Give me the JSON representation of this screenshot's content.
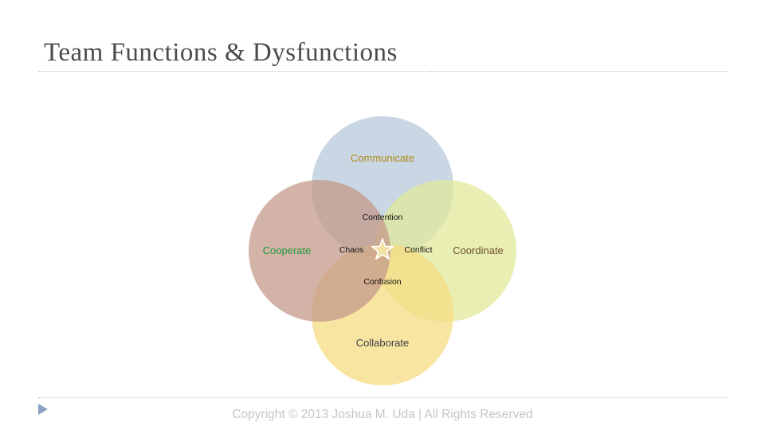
{
  "slide": {
    "title": "Team Functions & Dysfunctions",
    "footer": "Copyright © 2013 Joshua M. Uda | All Rights Reserved"
  },
  "diagram": {
    "functions": {
      "communicate": "Communicate",
      "coordinate": "Coordinate",
      "collaborate": "Collaborate",
      "cooperate": "Cooperate"
    },
    "dysfunctions": {
      "contention": "Contention",
      "conflict": "Conflict",
      "confusion": "Confusion",
      "chaos": "Chaos"
    },
    "colors": {
      "communicate_fill": "#b7c8da",
      "coordinate_fill": "#e2e89a",
      "collaborate_fill": "#f7dc83",
      "cooperate_fill": "#c49a8b",
      "communicate_text": "#b08a1a",
      "coordinate_text": "#6b4f2a",
      "collaborate_text": "#3a3f47",
      "cooperate_text": "#1f9a3c",
      "star_fill": "#f3e2a4",
      "star_stroke": "#ffffff"
    }
  }
}
